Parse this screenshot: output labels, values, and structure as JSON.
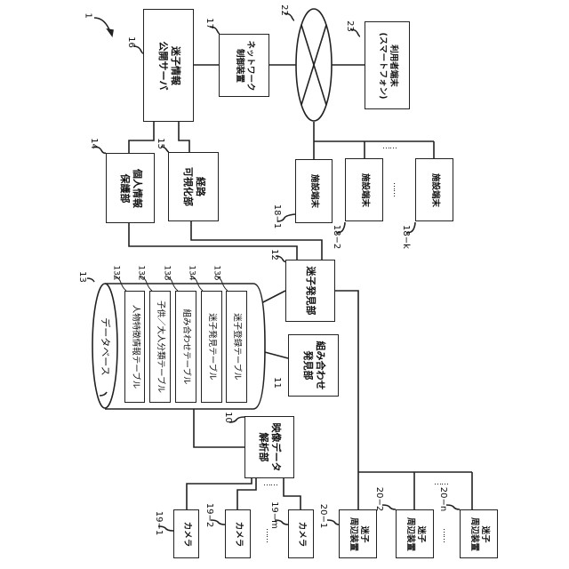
{
  "figure_number": "1",
  "nodes": {
    "server": {
      "ref": "16",
      "lines": [
        "迷子情報",
        "公開サーバ"
      ]
    },
    "network_control": {
      "ref": "17",
      "lines": [
        "ネットワーク",
        "制御装置"
      ]
    },
    "network": {
      "ref": "22"
    },
    "user_terminal": {
      "ref": "23",
      "lines": [
        "利用者端末",
        "(スマートフォン)"
      ]
    },
    "privacy": {
      "ref": "14",
      "lines": [
        "個人情報",
        "保護部"
      ]
    },
    "route_vis": {
      "ref": "15",
      "lines": [
        "経路",
        "可視化部"
      ]
    },
    "facility_terminals": [
      {
        "ref": "18−1",
        "label": "施設端末"
      },
      {
        "ref": "18−2",
        "label": "施設端末"
      },
      {
        "ref": "18−k",
        "label": "施設端末"
      }
    ],
    "lost_child_finder": {
      "ref": "12",
      "label": "迷子発見部"
    },
    "combination_finder": {
      "ref": "11",
      "lines": [
        "組み合わせ",
        "発見部"
      ]
    },
    "database": {
      "ref": "13",
      "label": "データベース",
      "tables": [
        {
          "ref": "131",
          "label": "人物特徴情報テーブル"
        },
        {
          "ref": "132",
          "label": "子供／大人分類テーブル"
        },
        {
          "ref": "133",
          "label": "組み合わせテーブル"
        },
        {
          "ref": "134",
          "label": "迷子発見テーブル"
        },
        {
          "ref": "135",
          "label": "迷子登録テーブル"
        }
      ]
    },
    "video_analysis": {
      "ref": "10",
      "lines": [
        "映像データ",
        "解析部"
      ]
    },
    "cameras": [
      {
        "ref": "19−1",
        "label": "カメラ"
      },
      {
        "ref": "19−2",
        "label": "カメラ"
      },
      {
        "ref": "19−m",
        "label": "カメラ"
      }
    ],
    "peripheral_devices": [
      {
        "ref": "20−1",
        "lines": [
          "迷子",
          "周辺装置"
        ]
      },
      {
        "ref": "20−2",
        "lines": [
          "迷子",
          "周辺装置"
        ]
      },
      {
        "ref": "20−n",
        "lines": [
          "迷子",
          "周辺装置"
        ]
      }
    ]
  },
  "ellipsis": "……"
}
